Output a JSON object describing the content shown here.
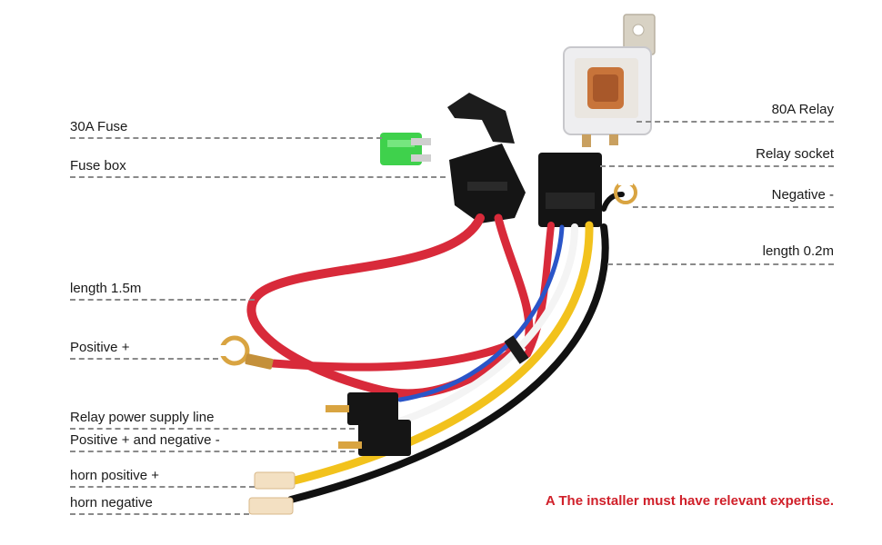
{
  "labels": {
    "fuse_30a": "30A Fuse",
    "fuse_box": "Fuse box",
    "relay_80a": "80A Relay",
    "relay_socket": "Relay socket",
    "negative": "Negative -",
    "length_02": "length 0.2m",
    "length_15": "length 1.5m",
    "positive": "Positive +",
    "relay_power": "Relay power supply line",
    "pos_neg": "Positive + and negative -",
    "horn_positive": "horn positive +",
    "horn_negative": "horn negative"
  },
  "note": {
    "text": "A The installer must have relevant expertise.",
    "color": "#d0202a"
  },
  "colors": {
    "wire_red": "#d82a3a",
    "wire_yellow": "#f2c21c",
    "wire_black": "#111111",
    "wire_white": "#f4f4f4",
    "wire_blue": "#2a55c8",
    "fuse_green": "#3fd14c",
    "relay_copper": "#c8743a",
    "terminal_brass": "#d9a441"
  }
}
